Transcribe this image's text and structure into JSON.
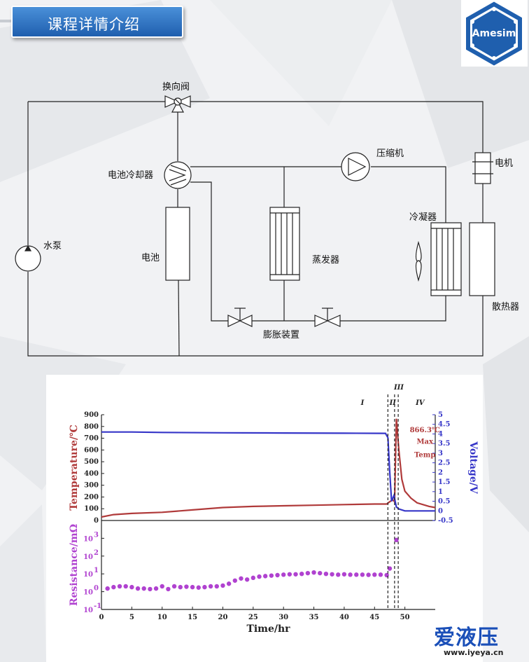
{
  "header": {
    "title": "课程详情介绍"
  },
  "logo": {
    "text": "Amesim",
    "color": "#1f5fae"
  },
  "diagram": {
    "labels": {
      "reversing_valve": "换向阀",
      "battery_chiller": "电池冷却器",
      "compressor": "压缩机",
      "motor": "电机",
      "condenser": "冷凝器",
      "water_pump": "水泵",
      "battery": "电池",
      "evaporator": "蒸发器",
      "radiator": "散热器",
      "expansion_device": "膨胀装置"
    }
  },
  "chart_data": {
    "type": "line",
    "stage_labels": [
      "I",
      "II",
      "III",
      "IV"
    ],
    "annotation": {
      "value": "866.3℃",
      "line1": "Max",
      "line2": "Temp"
    },
    "top": {
      "ylabel_left": "Temperature/℃",
      "ylabel_right": "Voltage/V",
      "ylim_left": [
        0,
        900
      ],
      "ylim_right": [
        -0.5,
        5
      ],
      "yticks_left": [
        "0",
        "100",
        "200",
        "300",
        "400",
        "500",
        "600",
        "700",
        "800",
        "900"
      ],
      "yticks_right": [
        "-0.5",
        "0",
        "0.5",
        "1",
        "1.5",
        "2",
        "2.5",
        "3",
        "3.5",
        "4",
        "4.5",
        "5"
      ],
      "series": [
        {
          "name": "Temperature",
          "axis": "left",
          "color": "#b03a3a",
          "x": [
            0,
            2,
            5,
            10,
            15,
            20,
            25,
            30,
            35,
            40,
            45,
            47,
            47.5,
            48,
            48.3,
            48.6,
            49,
            49.5,
            50,
            51,
            52,
            54,
            55
          ],
          "y": [
            30,
            50,
            60,
            70,
            90,
            110,
            120,
            125,
            130,
            135,
            140,
            140,
            160,
            175,
            160,
            866.3,
            600,
            350,
            250,
            190,
            150,
            120,
            110
          ]
        },
        {
          "name": "Voltage",
          "axis": "right",
          "color": "#3636c8",
          "x": [
            0,
            5,
            10,
            20,
            30,
            40,
            46.8,
            47.2,
            47.5,
            47.8,
            48.2,
            48.6,
            49,
            50,
            55
          ],
          "y": [
            4.1,
            4.1,
            4.08,
            4.06,
            4.05,
            4.04,
            4.03,
            3.8,
            2.0,
            0.5,
            0.8,
            0.2,
            0.1,
            0.0,
            0.0
          ]
        }
      ]
    },
    "bottom": {
      "ylabel": "Resistance/mΩ",
      "ylim_log": [
        -1,
        4
      ],
      "ytick_powers": [
        "-1",
        "0",
        "1",
        "2",
        "3"
      ],
      "color": "#b042d0",
      "x": [
        1,
        2,
        3,
        4,
        5,
        6,
        7,
        8,
        9,
        10,
        11,
        12,
        13,
        14,
        15,
        16,
        17,
        18,
        19,
        20,
        21,
        22,
        23,
        24,
        25,
        26,
        27,
        28,
        29,
        30,
        31,
        32,
        33,
        34,
        35,
        36,
        37,
        38,
        39,
        40,
        41,
        42,
        43,
        44,
        45,
        46,
        47
      ],
      "y": [
        1.5,
        1.8,
        2.0,
        2.0,
        1.8,
        1.5,
        1.5,
        1.4,
        1.5,
        2.0,
        1.4,
        2.0,
        1.8,
        1.9,
        1.8,
        1.7,
        1.8,
        2.0,
        2.0,
        2.2,
        2.8,
        4.2,
        5.5,
        4.8,
        6.0,
        7.0,
        7.5,
        8.0,
        8.5,
        9.0,
        9.5,
        9.5,
        10.0,
        11.0,
        12.0,
        11.0,
        10.0,
        9.5,
        9.0,
        9.5,
        9.0,
        9.0,
        9.0,
        8.8,
        9.0,
        9.0,
        8.5
      ],
      "extra_points": [
        {
          "x": 47.5,
          "y": 20
        },
        {
          "x": 48.6,
          "y": 800
        }
      ]
    },
    "xlabel": "Time/hr",
    "xlim": [
      0,
      55
    ],
    "xticks": [
      "0",
      "5",
      "10",
      "15",
      "20",
      "25",
      "30",
      "35",
      "40",
      "45",
      "50"
    ]
  },
  "watermark": {
    "main": "爱液压",
    "url": "www.iyeya.cn"
  }
}
